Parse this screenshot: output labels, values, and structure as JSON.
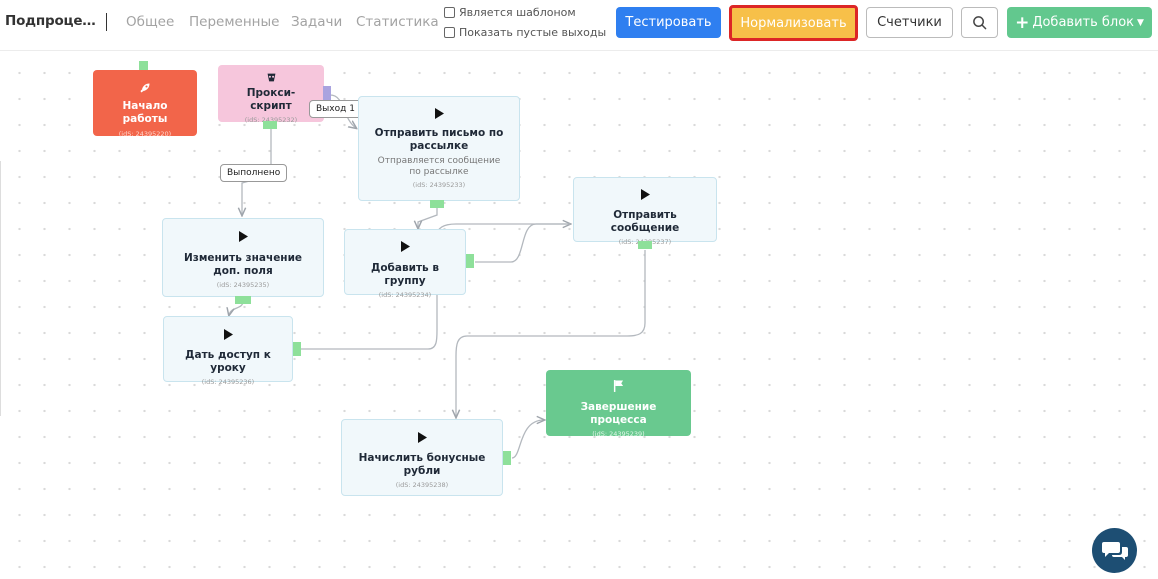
{
  "header": {
    "title": "Подпроце…",
    "tabs": [
      {
        "label": "Общее"
      },
      {
        "label": "Переменные"
      },
      {
        "label": "Задачи"
      },
      {
        "label": "Статистика"
      }
    ],
    "checkboxes": [
      {
        "label": "Является шаблоном",
        "checked": false
      },
      {
        "label": "Показать пустые выходы",
        "checked": false
      }
    ],
    "buttons": {
      "test": "Тестировать",
      "normalize": "Нормализовать",
      "counters": "Счетчики",
      "add_block": "Добавить блок"
    },
    "icons": {
      "search": "search-icon",
      "add": "plus-icon",
      "dropdown": "caret-down-icon"
    }
  },
  "colors": {
    "test_button": "#2f7ff0",
    "normalize_button": "#f7c049",
    "normalize_highlight": "#dc2626",
    "add_button": "#62c88e",
    "start_node": "#f2654a",
    "proxy_node": "#f6c6dc",
    "end_node": "#69c98f",
    "task_node": "#f1f8fb",
    "chat_button": "#1d4e73"
  },
  "nodes": {
    "start": {
      "title": "Начало работы",
      "id": "(idS: 24395220)",
      "icon": "rocket-icon"
    },
    "proxy": {
      "title": "Прокси-скрипт",
      "id": "(idS: 24395232)",
      "icon": "script-icon"
    },
    "send_mail": {
      "title": "Отправить письмо по рассылке",
      "subtitle": "Отправляется сообщение по рассылке",
      "id": "(idS: 24395233)",
      "icon": "play-icon"
    },
    "send_message": {
      "title": "Отправить сообщение",
      "id": "(idS: 24395237)",
      "icon": "play-icon"
    },
    "change_field": {
      "title": "Изменить значение доп. поля",
      "id": "(idS: 24395235)",
      "icon": "play-icon"
    },
    "add_group": {
      "title": "Добавить в группу",
      "id": "(idS: 24395234)",
      "icon": "play-icon"
    },
    "give_access": {
      "title": "Дать доступ к уроку",
      "id": "(idS: 24395236)",
      "icon": "play-icon"
    },
    "end": {
      "title": "Завершение процесса",
      "id": "(idS: 24395239)",
      "icon": "flag-icon"
    },
    "bonus": {
      "title": "Начислить бонусные рубли",
      "id": "(idS: 24395238)",
      "icon": "play-icon"
    }
  },
  "edge_labels": {
    "proxy_exit": "Выход 1",
    "proxy_done": "Выполнено"
  },
  "widgets": {
    "chat": "chat-bubbles-icon"
  }
}
